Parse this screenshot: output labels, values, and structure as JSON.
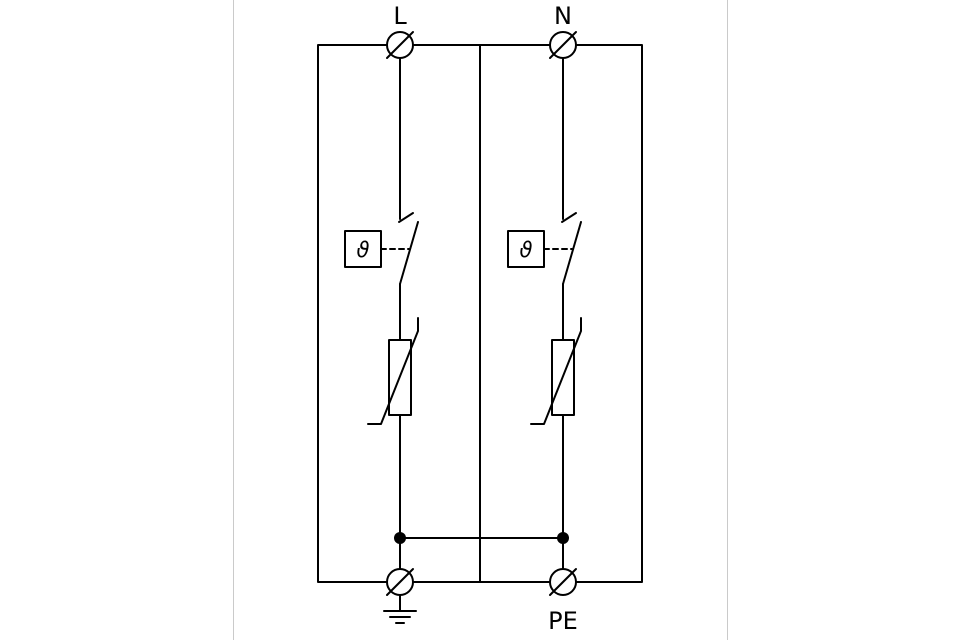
{
  "diagram": {
    "labels": {
      "terminal_top_left": "L",
      "terminal_top_right": "N",
      "terminal_bottom_right": "PE",
      "thermal_switch_left": "ϑ",
      "thermal_switch_right": "ϑ"
    },
    "colors": {
      "line": "#000000",
      "background": "#ffffff",
      "page_edge": "#cacaca"
    }
  }
}
